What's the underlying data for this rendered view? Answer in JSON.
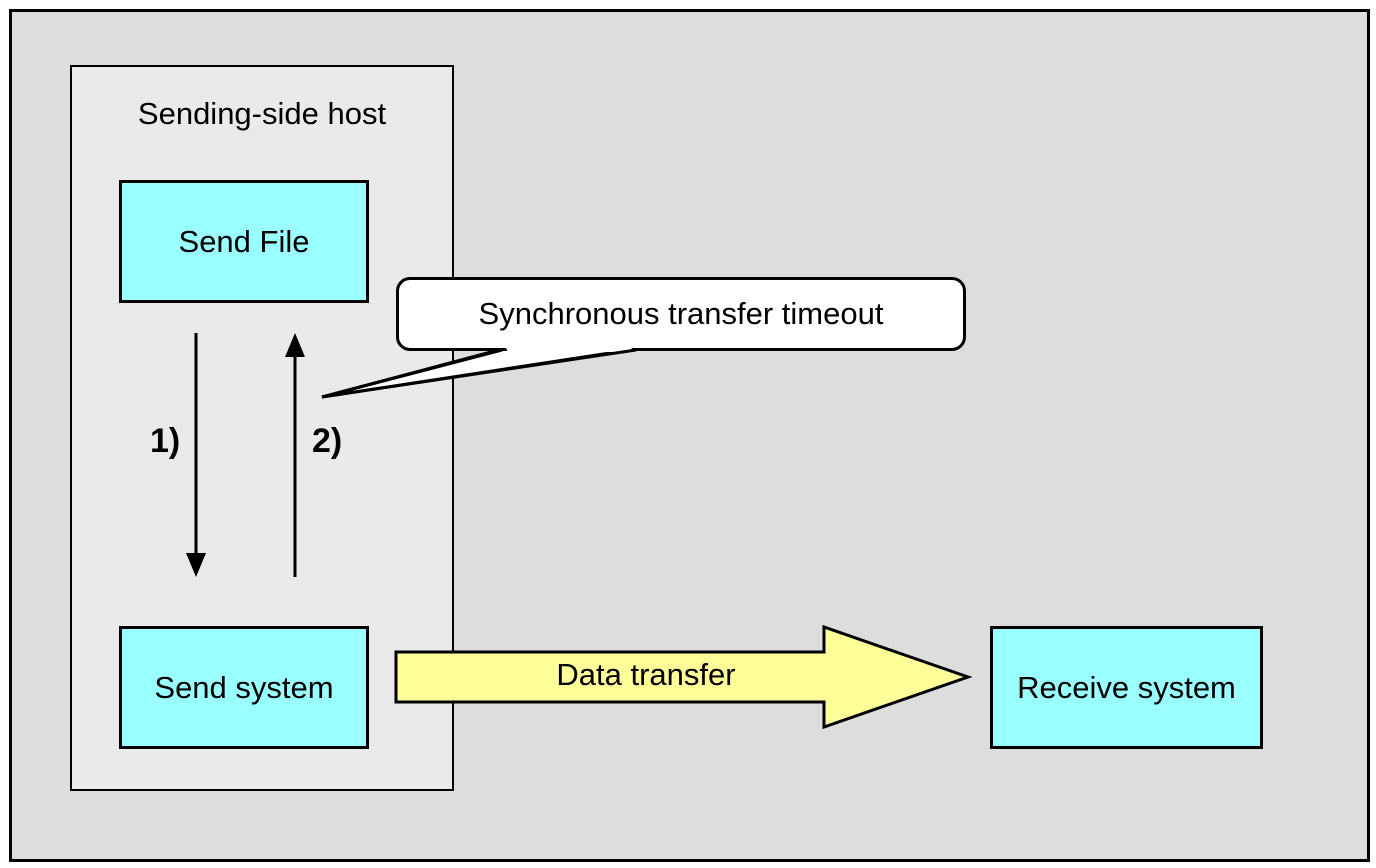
{
  "diagram": {
    "host_label": "Sending-side host",
    "send_file": "Send File",
    "send_system": "Send system",
    "receive_system": "Receive system",
    "step_1": "1)",
    "step_2": "2)",
    "callout": "Synchronous transfer timeout",
    "data_transfer": "Data transfer"
  },
  "colors": {
    "frame_background": "#dddddd",
    "host_background": "#eaeaea",
    "system_box": "#99ffff",
    "transfer_arrow": "#ffff99",
    "callout_background": "#ffffff",
    "stroke": "#000000"
  }
}
